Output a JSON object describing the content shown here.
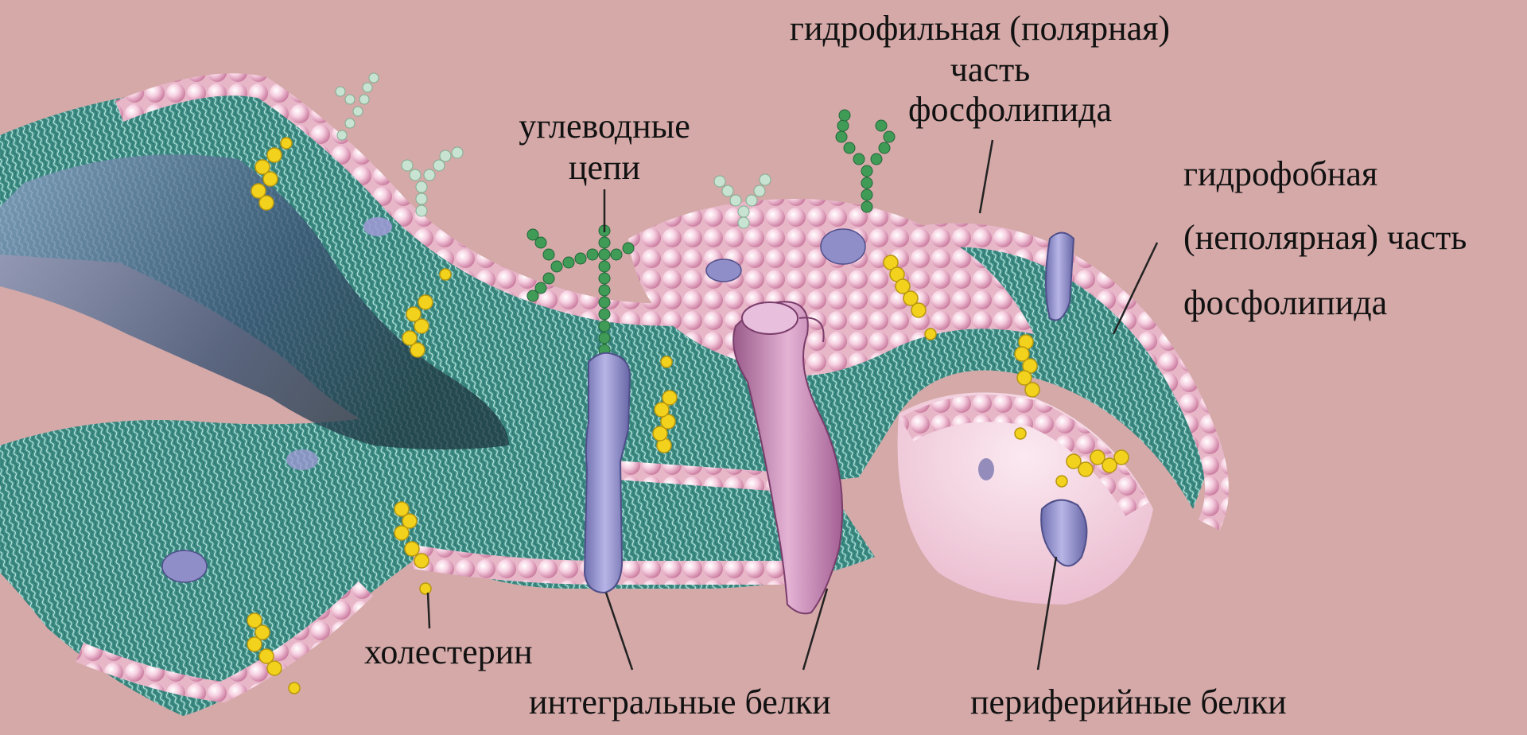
{
  "diagram": {
    "labels": {
      "hydrophilic": [
        "гидрофильная (полярная)",
        "часть",
        "фосфолипида"
      ],
      "carbohydrate": [
        "углеводные",
        "цепи"
      ],
      "hydrophobic": [
        "гидрофобная",
        "(неполярная) часть",
        "фосфолипида"
      ],
      "cholesterol": "холестерин",
      "integral": "интегральные белки",
      "peripheral": "периферийные белки"
    },
    "colors": {
      "background": "#d4a9a8",
      "membrane_teal": "#4a9c93",
      "phospholipid_head": "#f1c4d7",
      "integral_protein": "#8f8ec8",
      "channel_protein": "#c58ab4",
      "cholesterol": "#f2d21c",
      "carbohydrate_chain": "#3f9b56"
    }
  }
}
